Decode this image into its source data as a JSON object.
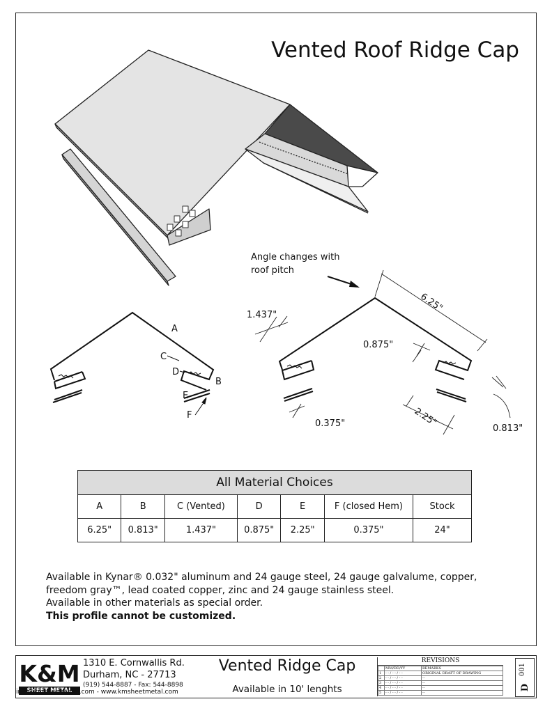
{
  "title": "Vented Roof Ridge Cap",
  "labels": {
    "a": "A",
    "b": "B",
    "c": "C",
    "d": "D",
    "e": "E",
    "f": "F"
  },
  "dims": {
    "d1": "6.25\"",
    "d2": "1.437\"",
    "d3": "0.875\"",
    "d4": "2.25\"",
    "d5": "0.375\"",
    "d6": "0.813\""
  },
  "note": {
    "line1": "Angle changes with",
    "line2": "roof pitch"
  },
  "table": {
    "title": "All Material Choices",
    "headers": [
      "A",
      "B",
      "C (Vented)",
      "D",
      "E",
      "F (closed Hem)",
      "Stock"
    ],
    "values": [
      "6.25\"",
      "0.813\"",
      "1.437\"",
      "0.875\"",
      "2.25\"",
      "0.375\"",
      "24\""
    ]
  },
  "availability": {
    "line1": "Available in Kynar® 0.032\" aluminum and 24 gauge steel, 24 gauge galvalume, copper,",
    "line2": "freedom gray™, lead coated copper, zinc and 24 gauge stainless steel.",
    "line3": "Available in other materials as special order.",
    "line4": "This profile cannot be customized."
  },
  "titleblock": {
    "logo": "K&M",
    "logo_sub": "SHEET METAL",
    "address1": "1310 E. Cornwallis Rd.",
    "address2": "Durham, NC - 27713",
    "phone": "(919) 544-8887 - Fax: 544-8898",
    "email": "info@kmsheetmetal.com - www.kmsheetmetal.com",
    "drawing_title": "Vented Ridge Cap",
    "drawing_sub": "Available in 10' lenghts",
    "revisions_title": "REVISIONS",
    "rev_col_date": "MM/DD/YY",
    "rev_col_remarks": "REMARKS",
    "rev_remark_1": "ORIGINAL DRAFT OF DRAWING",
    "sheet_number": "001",
    "sheet_letter": "D"
  }
}
